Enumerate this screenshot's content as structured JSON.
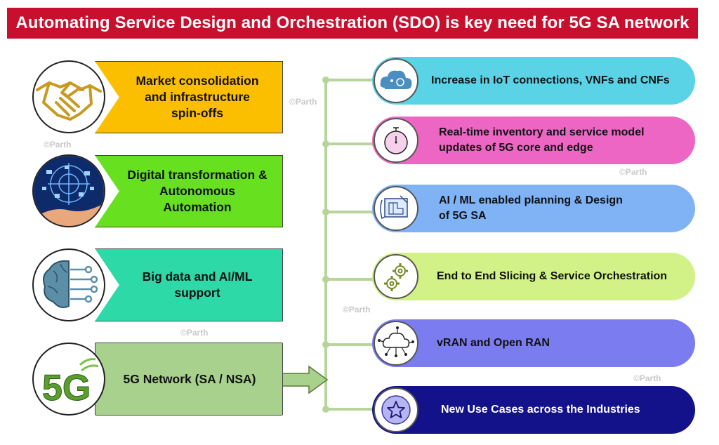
{
  "title": "Automating Service Design and Orchestration (SDO) is key need for 5G SA network",
  "colors": {
    "title_bg": "#c8102e",
    "connector": "#b7d59b",
    "driver_1": "#fcbf00",
    "driver_2": "#66e01f",
    "driver_3": "#2ed9a8",
    "driver_4": "#a9d18e",
    "pill_1": "#5bd3e6",
    "pill_2": "#ee66c4",
    "pill_3": "#7fb3f5",
    "pill_4": "#d2f288",
    "pill_5": "#7b7cef",
    "pill_6": "#14128a"
  },
  "drivers": [
    {
      "lines": [
        "Market consolidation",
        "and infrastructure",
        "spin-offs"
      ],
      "icon": "handshake-icon"
    },
    {
      "lines": [
        "Digital transformation &",
        "Autonomous",
        "Automation"
      ],
      "icon": "digital-hand-icon"
    },
    {
      "lines": [
        "Big data and AI/ML",
        "support"
      ],
      "icon": "brain-circuit-icon"
    },
    {
      "lines": [
        "5G Network (SA / NSA)"
      ],
      "icon": "5g-logo-icon"
    }
  ],
  "logo_text": "5G",
  "outcomes": [
    {
      "lines": [
        "Increase in IoT connections, VNFs and CNFs"
      ],
      "icon": "cloud-icon"
    },
    {
      "lines": [
        "Real-time inventory and service model",
        "updates of 5G core and edge"
      ],
      "icon": "stopwatch-icon"
    },
    {
      "lines": [
        "AI / ML enabled planning & Design",
        "of 5G SA"
      ],
      "icon": "blueprint-icon"
    },
    {
      "lines": [
        "End to End Slicing & Service Orchestration"
      ],
      "icon": "gears-icon"
    },
    {
      "lines": [
        "vRAN and Open RAN"
      ],
      "icon": "cloud-network-icon"
    },
    {
      "lines": [
        "New Use Cases across the Industries"
      ],
      "icon": "star-icon"
    }
  ],
  "watermark": "©Parth"
}
